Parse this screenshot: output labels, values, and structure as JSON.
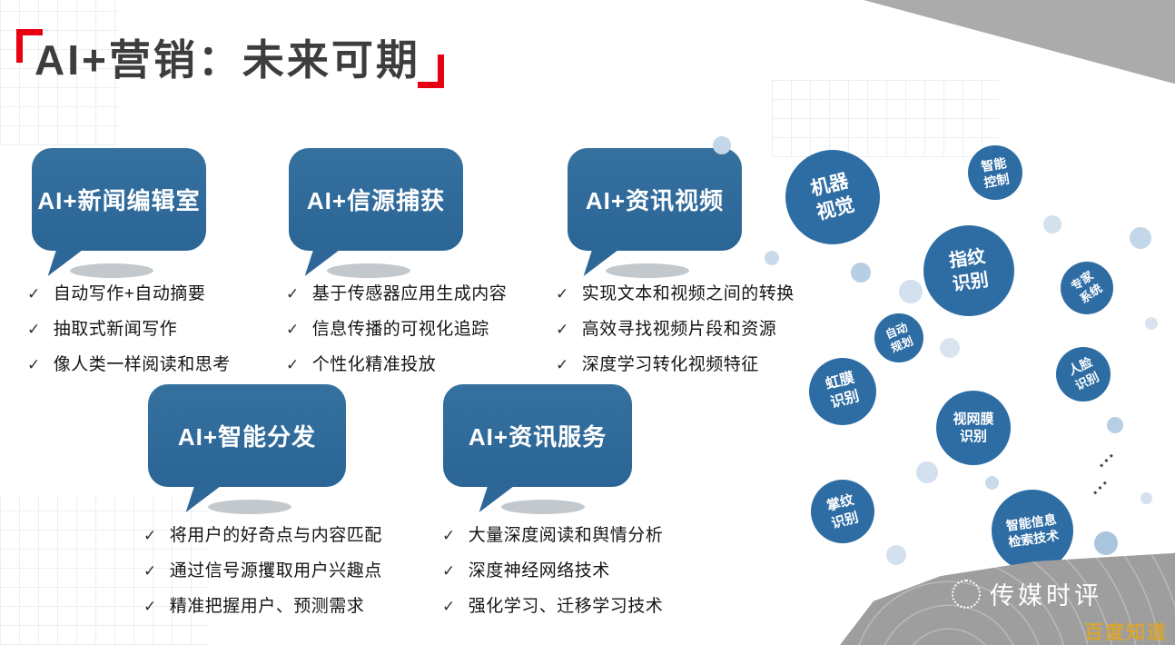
{
  "title": {
    "text": "AI+营销：未来可期"
  },
  "icons": {
    "check": "✓"
  },
  "colors": {
    "bubble_blue": "#2e6da4",
    "accent_red": "#e60012",
    "watermark_gold": "#d8a531",
    "watermark_gray": "#9e9e9e",
    "light_blue": "#c3d7e9"
  },
  "cards": [
    {
      "label": "AI+新闻编辑室",
      "items": [
        "自动写作+自动摘要",
        "抽取式新闻写作",
        "像人类一样阅读和思考"
      ]
    },
    {
      "label": "AI+信源捕获",
      "items": [
        "基于传感器应用生成内容",
        "信息传播的可视化追踪",
        "个性化精准投放"
      ]
    },
    {
      "label": "AI+资讯视频",
      "items": [
        "实现文本和视频之间的转换",
        "高效寻找视频片段和资源",
        "深度学习转化视频特征"
      ]
    },
    {
      "label": "AI+智能分发",
      "items": [
        "将用户的好奇点与内容匹配",
        "通过信号源攫取用户兴趣点",
        "精准把握用户、预测需求"
      ]
    },
    {
      "label": "AI+资讯服务",
      "items": [
        "大量深度阅读和舆情分析",
        "深度神经网络技术",
        "强化学习、迁移学习技术"
      ]
    }
  ],
  "bubble_cloud": {
    "bubbles": [
      {
        "label": "机器视觉"
      },
      {
        "label": "智能控制"
      },
      {
        "label": "指纹识别"
      },
      {
        "label": "专家系统"
      },
      {
        "label": "自动规划"
      },
      {
        "label": "虹膜识别"
      },
      {
        "label": "人脸识别"
      },
      {
        "label": "视网膜识别"
      },
      {
        "label": "掌纹识别"
      },
      {
        "label": "智能信息检索技术"
      }
    ],
    "ellipsis_top": "...",
    "ellipsis_bottom": "..."
  },
  "footer": {
    "brand": "传媒时评",
    "source": "百度知道"
  }
}
